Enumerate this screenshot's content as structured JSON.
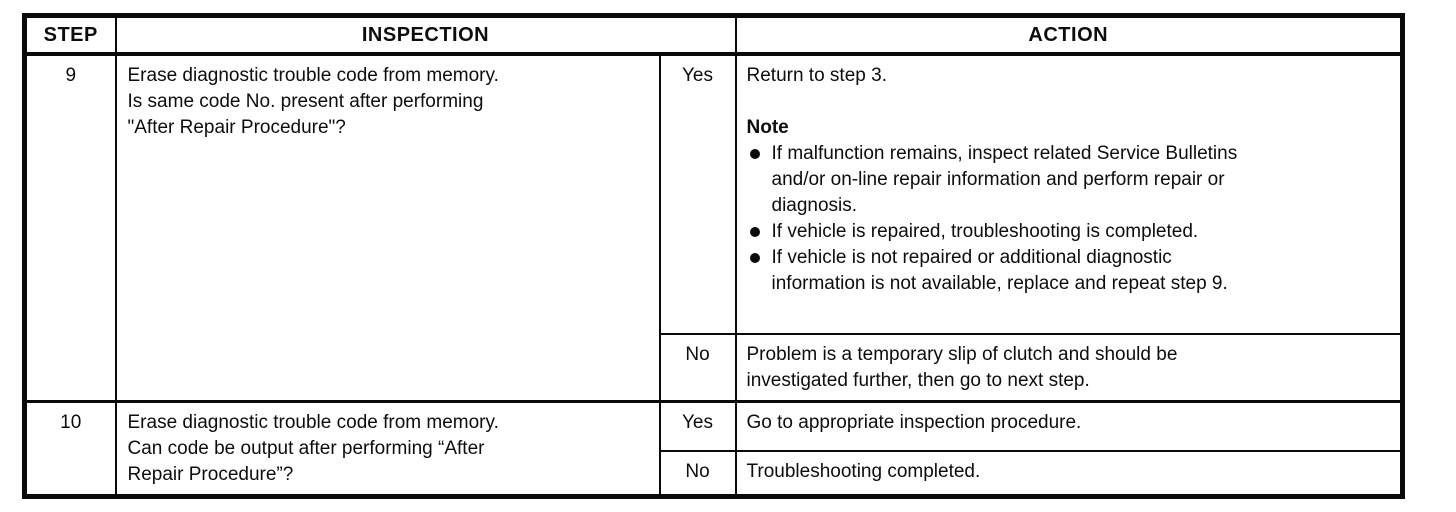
{
  "page": {
    "background": "#ffffff",
    "ink": "#0d0d0d"
  },
  "table": {
    "headers": {
      "step": "STEP",
      "inspection": "INSPECTION",
      "action": "ACTION"
    },
    "rows": [
      {
        "step": "9",
        "inspection_lines": [
          "Erase diagnostic trouble code from memory.",
          "Is same code No. present after performing",
          "\"After Repair Procedure\"?"
        ],
        "branches": [
          {
            "answer": "Yes",
            "intro": "Return to step 3.",
            "note_label": "Note",
            "note_bullets": [
              [
                "If malfunction remains, inspect related Service Bulletins",
                "and/or on-line repair information and perform repair or",
                "diagnosis."
              ],
              [
                "If vehicle is repaired, troubleshooting is completed."
              ],
              [
                "If vehicle is not repaired or additional diagnostic",
                "information is not available, replace and repeat step 9."
              ]
            ]
          },
          {
            "answer": "No",
            "action_lines": [
              "Problem is a temporary slip of clutch and should be",
              "investigated further, then go to next step."
            ]
          }
        ]
      },
      {
        "step": "10",
        "inspection_lines": [
          "Erase diagnostic trouble code from memory.",
          "Can code be output after performing “After",
          "Repair Procedure”?"
        ],
        "branches": [
          {
            "answer": "Yes",
            "action_lines": [
              "Go to appropriate inspection procedure."
            ]
          },
          {
            "answer": "No",
            "action_lines": [
              "Troubleshooting completed."
            ]
          }
        ]
      }
    ]
  }
}
